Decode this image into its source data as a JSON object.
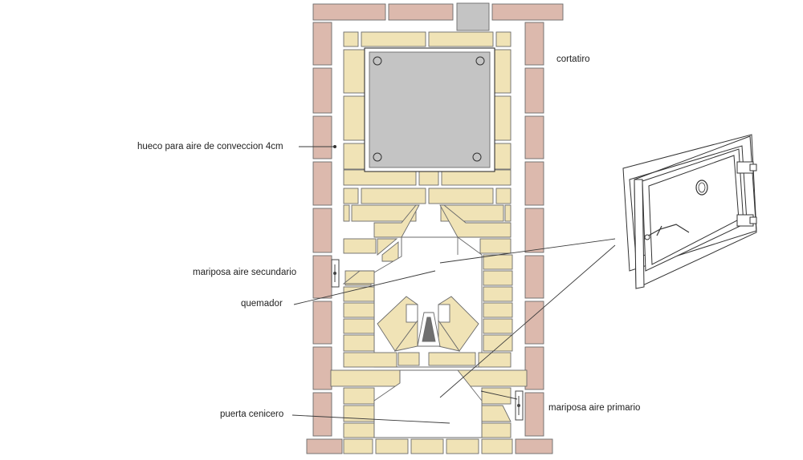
{
  "diagram": {
    "labels": {
      "cortatiro": "cortatiro",
      "convection_gap": "hueco para aire de conveccion 4cm",
      "secondary_air": "mariposa aire secundario",
      "burner": "quemador",
      "ash_door": "puerta cenicero",
      "primary_air": "mariposa aire primario"
    },
    "colors": {
      "firebrick": "#f0e3b6",
      "red_brick": "#dcb9ad",
      "steel_plate": "#c4c4c4",
      "outline": "#6b6b6b",
      "leader_line": "#3a3a3a"
    }
  }
}
